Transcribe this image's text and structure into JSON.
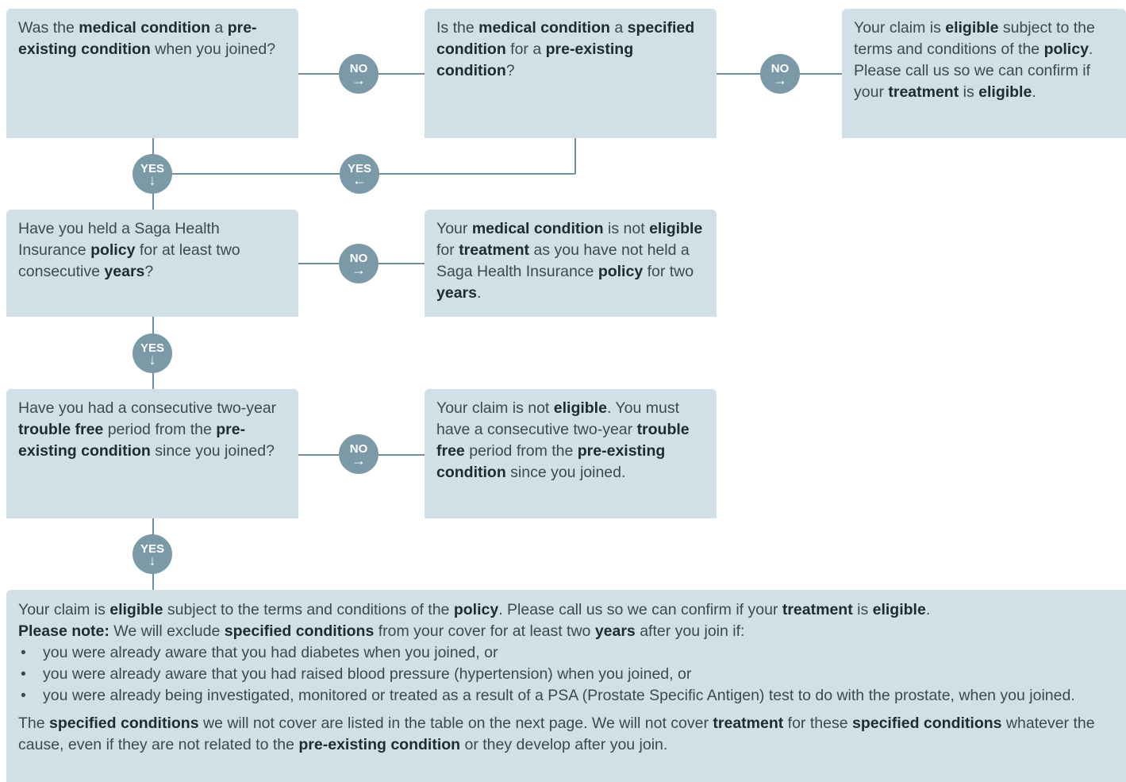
{
  "boxes": {
    "q1": [
      "Was the ",
      {
        "b": "medical condition"
      },
      " a ",
      {
        "b": "pre-existing condition"
      },
      " when you joined?"
    ],
    "q2": [
      "Is the ",
      {
        "b": "medical condition"
      },
      " a ",
      {
        "b": "specified condition"
      },
      " for a ",
      {
        "b": "pre-existing condition"
      },
      "?"
    ],
    "r1": [
      "Your claim is ",
      {
        "b": "eligible"
      },
      " subject to the terms and conditions of the ",
      {
        "b": "policy"
      },
      ". Please call us so we can confirm if your ",
      {
        "b": "treatment"
      },
      " is ",
      {
        "b": "eligible"
      },
      "."
    ],
    "q3": [
      "Have you held a Saga Health Insurance ",
      {
        "b": "policy"
      },
      " for at least two consecutive ",
      {
        "b": "years"
      },
      "?"
    ],
    "r2": [
      "Your ",
      {
        "b": "medical condition"
      },
      " is not ",
      {
        "b": "eligible"
      },
      " for ",
      {
        "b": "treatment"
      },
      " as you have not held a Saga Health Insurance ",
      {
        "b": "policy"
      },
      " for two ",
      {
        "b": "years"
      },
      "."
    ],
    "q4": [
      "Have you had a consecutive two-year ",
      {
        "b": "trouble free"
      },
      " period from the ",
      {
        "b": "pre-existing condition"
      },
      " since you joined?"
    ],
    "r3": [
      "Your claim is not ",
      {
        "b": "eligible"
      },
      ". You must have a consecutive two-year ",
      {
        "b": "trouble free"
      },
      " period from the ",
      {
        "b": "pre-existing condition"
      },
      " since you joined."
    ]
  },
  "badges": {
    "no_label": "NO",
    "yes_label": "YES",
    "arrow_right": "→",
    "arrow_left": "←",
    "arrow_down": "↓"
  },
  "final": {
    "line1": [
      "Your claim is ",
      {
        "b": "eligible"
      },
      " subject to the terms and conditions of the ",
      {
        "b": "policy"
      },
      ". Please call us so we can confirm if your ",
      {
        "b": "treatment"
      },
      " is ",
      {
        "b": "eligible"
      },
      "."
    ],
    "line2": [
      {
        "b": "Please note:"
      },
      " We will exclude ",
      {
        "b": "specified conditions"
      },
      " from your cover for at least two ",
      {
        "b": "years"
      },
      " after you join if:"
    ],
    "bullets": [
      "you were already aware that you had diabetes when you joined, or",
      "you were already aware that you had raised blood pressure (hypertension) when you joined, or",
      "you were already being investigated, monitored or treated as a result of a PSA (Prostate Specific Antigen) test to do with the prostate, when you joined."
    ],
    "para2": [
      "The ",
      {
        "b": "specified conditions"
      },
      " we will not cover are listed in the table on the next page. We will not cover ",
      {
        "b": "treatment"
      },
      " for these ",
      {
        "b": "specified conditions"
      },
      " whatever the cause, even if they are not related to the ",
      {
        "b": "pre-existing condition"
      },
      " or they develop after you join."
    ]
  },
  "colors": {
    "box_fill": "#d1dfe6",
    "badge_fill": "#7b99a6",
    "connector": "#6f8e9b",
    "text": "#3d4852",
    "bold_text": "#1f2a33"
  }
}
